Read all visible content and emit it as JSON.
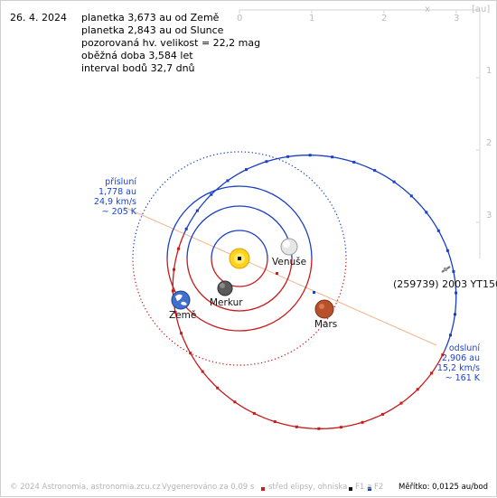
{
  "date": "26. 4. 2024",
  "info_lines": [
    "planetka 3,673 au od Země",
    "planetka 2,843 au od Slunce",
    "pozorovaná hv. velikost = 22,2 mag",
    "oběžná doba 3,584 let",
    "interval bodů 32,7 dnů"
  ],
  "axes": {
    "x_label": "x",
    "unit_label": "[au]",
    "x_ticks": [
      "0",
      "1",
      "2",
      "3"
    ],
    "y_ticks": [
      "1",
      "2",
      "3"
    ]
  },
  "perihelion": [
    "přísluní",
    "1,778 au",
    "24,9 km/s",
    "~ 205 K"
  ],
  "aphelion": [
    "odsluní",
    "2,906 au",
    "15,2 km/s",
    "~ 161 K"
  ],
  "planets": {
    "venus": "Venuše",
    "mercury": "Merkur",
    "earth": "Země",
    "mars": "Mars"
  },
  "asteroid_name": "(259739) 2003 YT150",
  "footer": {
    "copyright": "© 2024 Astronomia, astronomia.zcu.cz",
    "generated": "Vygenerováno za 0,09 s",
    "legend_center": "střed elipsy, ohniska",
    "legend_f1": "F1 a",
    "legend_f2": "F2",
    "scale": "Měřítko: 0,0125 au/bod"
  },
  "colors": {
    "orbit_near": "#1a3fc4",
    "orbit_far": "#c81a1a",
    "apsides_line": "#f2b48c",
    "label_blue": "#1844d6"
  }
}
